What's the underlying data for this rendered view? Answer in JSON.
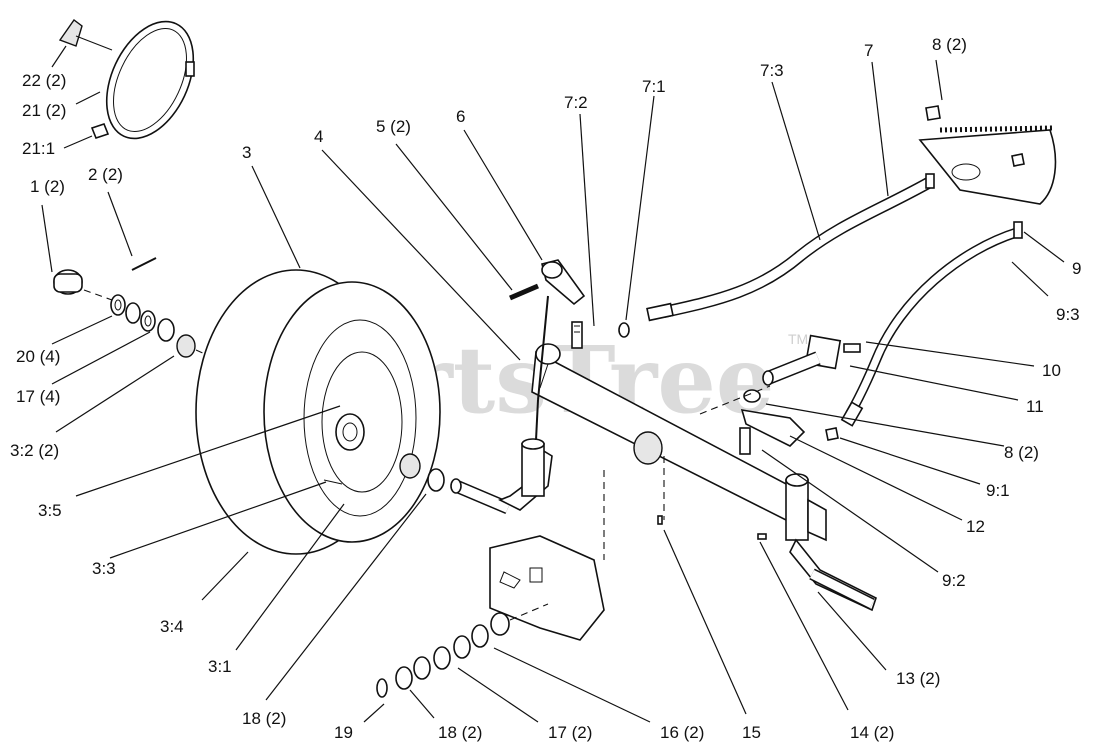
{
  "watermark": {
    "text": "PartsTree",
    "tm": "TM"
  },
  "labels": [
    {
      "id": "l22",
      "text": "22 (2)"
    },
    {
      "id": "l21",
      "text": "21 (2)"
    },
    {
      "id": "l21_1",
      "text": "21:1"
    },
    {
      "id": "l1",
      "text": "1 (2)"
    },
    {
      "id": "l2",
      "text": "2 (2)"
    },
    {
      "id": "l3",
      "text": "3"
    },
    {
      "id": "l4",
      "text": "4"
    },
    {
      "id": "l5",
      "text": "5 (2)"
    },
    {
      "id": "l6",
      "text": "6"
    },
    {
      "id": "l7_2",
      "text": "7:2"
    },
    {
      "id": "l7_1",
      "text": "7:1"
    },
    {
      "id": "l7_3",
      "text": "7:3"
    },
    {
      "id": "l7",
      "text": "7"
    },
    {
      "id": "l8top",
      "text": "8 (2)"
    },
    {
      "id": "l9",
      "text": "9"
    },
    {
      "id": "l9_3",
      "text": "9:3"
    },
    {
      "id": "l10",
      "text": "10"
    },
    {
      "id": "l11",
      "text": "11"
    },
    {
      "id": "l8mid",
      "text": "8 (2)"
    },
    {
      "id": "l9_1",
      "text": "9:1"
    },
    {
      "id": "l12",
      "text": "12"
    },
    {
      "id": "l9_2",
      "text": "9:2"
    },
    {
      "id": "l13",
      "text": "13 (2)"
    },
    {
      "id": "l14",
      "text": "14 (2)"
    },
    {
      "id": "l15",
      "text": "15"
    },
    {
      "id": "l16",
      "text": "16 (2)"
    },
    {
      "id": "l17b",
      "text": "17 (2)"
    },
    {
      "id": "l18b",
      "text": "18 (2)"
    },
    {
      "id": "l19",
      "text": "19"
    },
    {
      "id": "l18a",
      "text": "18 (2)"
    },
    {
      "id": "l3_1",
      "text": "3:1"
    },
    {
      "id": "l3_4",
      "text": "3:4"
    },
    {
      "id": "l3_3",
      "text": "3:3"
    },
    {
      "id": "l3_5",
      "text": "3:5"
    },
    {
      "id": "l3_2",
      "text": "3:2 (2)"
    },
    {
      "id": "l17a",
      "text": "17 (4)"
    },
    {
      "id": "l20",
      "text": "20 (4)"
    }
  ]
}
